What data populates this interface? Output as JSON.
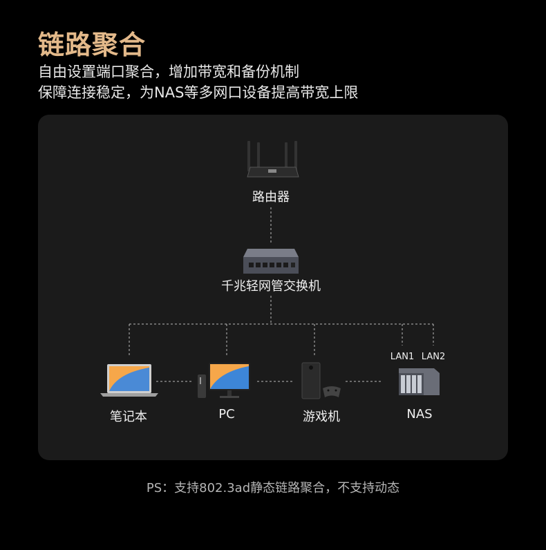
{
  "header": {
    "title": "链路聚合",
    "subtitle_line1": "自由设置端口聚合，增加带宽和备份机制",
    "subtitle_line2": "保障连接稳定，为NAS等多网口设备提高带宽上限"
  },
  "diagram": {
    "router_label": "路由器",
    "switch_label": "千兆轻网管交换机",
    "laptop_label": "笔记本",
    "pc_label": "PC",
    "console_label": "游戏机",
    "nas_label": "NAS",
    "lan1_label": "LAN1",
    "lan2_label": "LAN2"
  },
  "footer": {
    "note": "PS：支持802.3ad静态链路聚合，不支持动态"
  },
  "colors": {
    "title_accent": "#e3b98a",
    "card_bg": "#1b1b1b",
    "line": "#bbbbbb"
  }
}
